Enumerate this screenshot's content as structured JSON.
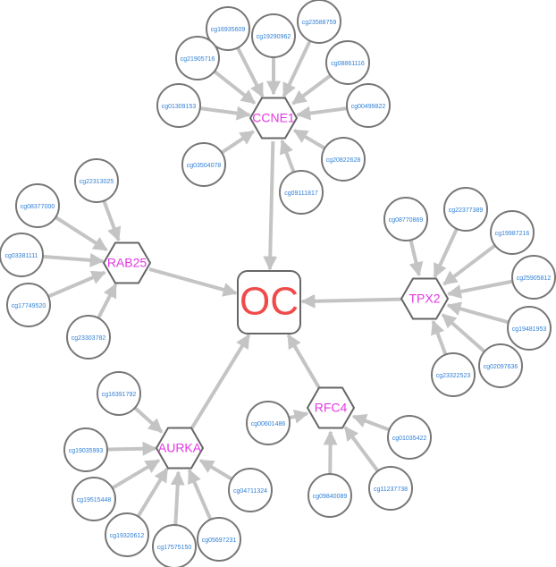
{
  "center": {
    "label": "OC",
    "colors": {
      "text": "#ef4b4b",
      "stroke": "#666666"
    }
  },
  "colors": {
    "gene_text": "#e338e3",
    "cg_text": "#2f7fd6",
    "edge": "#c4c4c4"
  },
  "genes": [
    {
      "id": "ccne1",
      "label": "CCNE1",
      "cpgs": [
        "cg16935609",
        "cg19290962",
        "cg23588759",
        "cg21905716",
        "cg08861116",
        "cg01309153",
        "cg00499822",
        "cg03504078",
        "cg20822628",
        "cg09111817"
      ]
    },
    {
      "id": "rab25",
      "label": "RAB25",
      "cpgs": [
        "cg22313025",
        "cg08377000",
        "cg03381111",
        "cg17749520",
        "cg23303782"
      ]
    },
    {
      "id": "tpx2",
      "label": "TPX2",
      "cpgs": [
        "cg08770869",
        "cg22377389",
        "cg19987216",
        "cg25905812",
        "cg19481953",
        "cg02097636",
        "cg23322523"
      ]
    },
    {
      "id": "rfc4",
      "label": "RFC4",
      "cpgs": [
        "cg00601486",
        "cg01035422",
        "cg09840089",
        "cg11237738"
      ]
    },
    {
      "id": "aurka",
      "label": "AURKA",
      "cpgs": [
        "cg16391792",
        "cg19035993",
        "cg19515448",
        "cg19320612",
        "cg17575150",
        "cg05697231",
        "cg04711324"
      ]
    }
  ]
}
